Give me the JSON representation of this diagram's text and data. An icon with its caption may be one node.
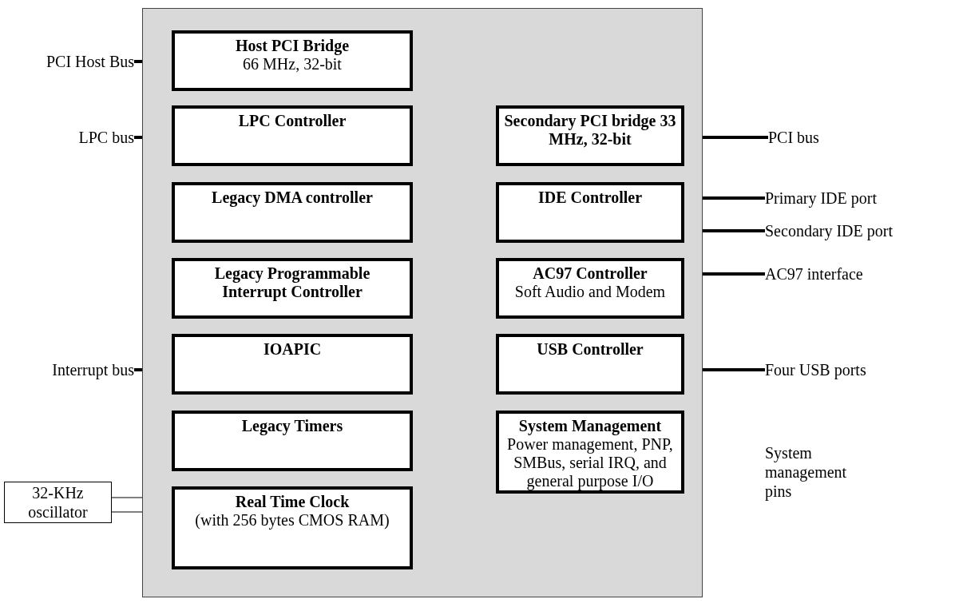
{
  "diagram": {
    "nodes": [
      {
        "text": [],
        "shape": "box"
      },
      {
        "text": [
          "Host PCI Bridge",
          "66 MHz, 32-bit"
        ],
        "in": 0
      },
      {
        "text": [
          "LPC Controller"
        ],
        "in": 0
      },
      {
        "text": [
          "Legacy DMA controller"
        ],
        "in": 0
      },
      {
        "text": [
          "Legacy Programmable Interrupt Controller"
        ],
        "in": 0
      },
      {
        "text": [
          "IOAPIC"
        ],
        "in": 0
      },
      {
        "text": [
          "Legacy Timers"
        ],
        "in": 0
      },
      {
        "text": [
          "Real Time Clock",
          "(with 256 bytes CMOS RAM)"
        ],
        "in": 0
      },
      {
        "text": [
          "Secondary PCI bridge 33 MHz, 32-bit"
        ],
        "in": 0
      },
      {
        "text": [
          "IDE Controller"
        ],
        "in": 0
      },
      {
        "text": [
          "AC97 Controller",
          "Soft Audio and Modem"
        ],
        "in": 0
      },
      {
        "text": [
          "USB Controller"
        ],
        "in": 0
      },
      {
        "text": [
          "System Management",
          "Power management, PNP, SMBus, serial IRQ, and general purpose I/O"
        ],
        "in": 0
      },
      {
        "text": [
          "PCI Host Bus"
        ]
      },
      {
        "text": [
          "LPC bus"
        ]
      },
      {
        "text": [
          "Interrupt bus"
        ]
      },
      {
        "text": [
          "32-KHz oscillator"
        ]
      },
      {
        "text": [
          "PCI bus"
        ]
      },
      {
        "text": [
          "Primary IDE port"
        ]
      },
      {
        "text": [
          "Secondary IDE port"
        ]
      },
      {
        "text": [
          "AC97 interface"
        ]
      },
      {
        "text": [
          "Four USB ports"
        ]
      }
    ],
    "edges": [
      {
        "from": 13,
        "to": 0,
        "arrow": "none"
      },
      {
        "from": 14,
        "to": 0,
        "arrow": "none"
      },
      {
        "from": 15,
        "to": 0,
        "arrow": "none"
      },
      {
        "from": 16,
        "to": 7,
        "arrow": "none"
      },
      {
        "from": 16,
        "to": 7,
        "arrow": "none"
      },
      {
        "from": 0,
        "to": 17,
        "arrow": "none"
      },
      {
        "from": 9,
        "to": 18,
        "arrow": "none"
      },
      {
        "from": 9,
        "to": 19,
        "arrow": "none"
      },
      {
        "from": 0,
        "to": 20,
        "arrow": "none"
      },
      {
        "from": 0,
        "to": 21,
        "arrow": "none"
      }
    ],
    "labels": [
      "System management pins"
    ]
  }
}
